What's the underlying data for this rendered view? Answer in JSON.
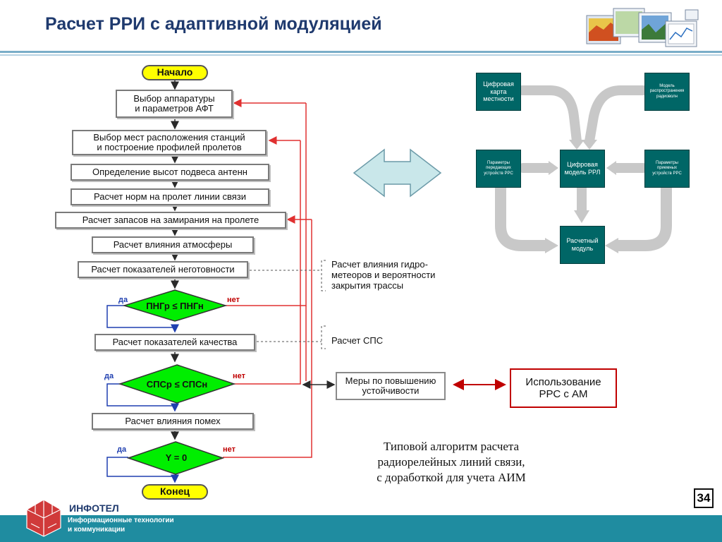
{
  "title": "Расчет РРИ с адаптивной модуляцией",
  "flowchart": {
    "start": "Начало",
    "steps": [
      "Выбор аппаратуры\nи параметров АФТ",
      "Выбор мест расположения станций\nи построение профилей пролетов",
      "Определение высот подвеса антенн",
      "Расчет норм на пролет линии связи",
      "Расчет запасов на замирания на пролете",
      "Расчет влияния атмосферы",
      "Расчет показателей неготовности"
    ],
    "decision1": "ПНГр ≤ ПНГн",
    "quality_step": "Расчет показателей качества",
    "decision2": "СПСр ≤ СПСн",
    "interference_step": "Расчет влияния помех",
    "decision3": "Y = 0",
    "end": "Конец",
    "yes": "да",
    "no": "нет"
  },
  "notes": {
    "hydro": "Расчет влияния гидро-\nметеоров и вероятности\nзакрытия трассы",
    "sps": "Расчет СПС",
    "measures": "Меры по повышению\nустойчивости"
  },
  "model": {
    "digital_map": "Цифровая\nкарта\nместности",
    "propagation": "Модель\nраспространения\nрадиоволн",
    "tx_params": "Параметры\nпередающих\nустройств РРС",
    "digital_model": "Цифровая\nмодель РРЛ",
    "rx_params": "Параметры\nприемных\nустройств РРС",
    "calc_module": "Расчетный\nмодуль"
  },
  "use_box": "Использование\nРРС с АМ",
  "caption": "Типовой алгоритм расчета\nрадиорелейных линий связи,\nс доработкой для учета АИМ",
  "page_number": "34",
  "footer": {
    "company": "ИНФОТЕЛ",
    "tagline": "Информационные технологии\nи коммуникации"
  },
  "colors": {
    "title": "#1f3a6e",
    "terminal": "#ffff00",
    "decision": "#00ee00",
    "teal_box": "#006666",
    "footer": "#1f8ca0",
    "red_line": "#e03030",
    "blue_line": "#1f3fb0"
  }
}
